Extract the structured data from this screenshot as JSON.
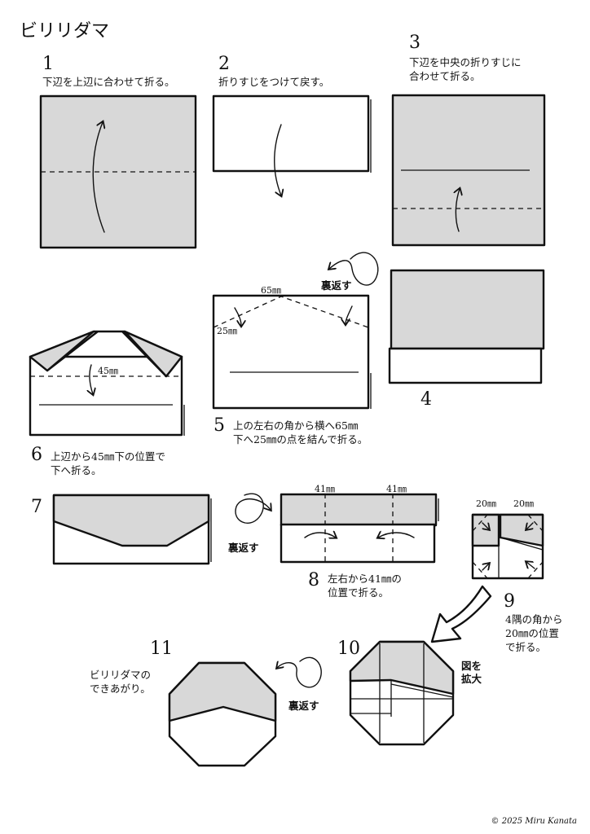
{
  "title": "ビリリダマ",
  "steps": [
    {
      "num": "1",
      "text": "下辺を上辺に合わせて折る。"
    },
    {
      "num": "2",
      "text": "折りすじをつけて戻す。"
    },
    {
      "num": "3",
      "text": "下辺を中央の折りすじに\n合わせて折る。"
    },
    {
      "num": "4",
      "text": ""
    },
    {
      "num": "5",
      "text": "上の左右の角から横へ65㎜\n下へ25㎜の点を結んで折る。"
    },
    {
      "num": "6",
      "text": "上辺から45㎜下の位置で\n下へ折る。"
    },
    {
      "num": "7",
      "text": ""
    },
    {
      "num": "8",
      "text": "左右から41㎜の\n位置で折る。"
    },
    {
      "num": "9",
      "text": "4隅の角から\n20㎜の位置\nで折る。"
    },
    {
      "num": "10",
      "text": ""
    },
    {
      "num": "11",
      "text": "ビリリダマの\nできあがり。"
    }
  ],
  "labels": {
    "flip": "裏返す",
    "zoom": "図を\n拡大",
    "step5_width": "65㎜",
    "step5_height": "25㎜",
    "step6_offset": "45㎜",
    "step8_left": "41㎜",
    "step8_right": "41㎜",
    "step9_left": "20㎜",
    "step9_right": "20㎜"
  },
  "colors": {
    "paper": "#d8d8d8",
    "white": "#ffffff",
    "line": "#111111"
  },
  "copyright": "© 2025 Miru Kanata"
}
